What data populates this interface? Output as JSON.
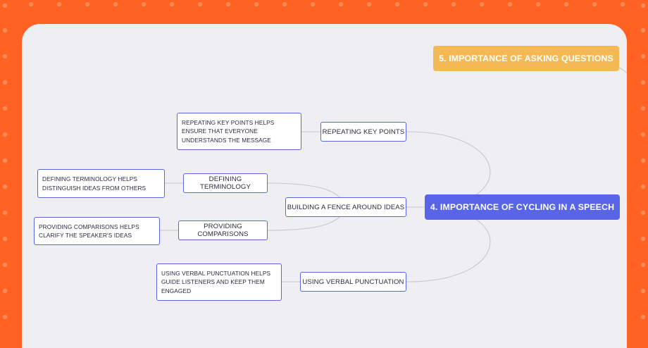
{
  "colors": {
    "frame": "#ff6223",
    "canvas": "#efeef2",
    "main_topic": "#5865e6",
    "next_topic": "#f3b955",
    "node_border": "#5967e6",
    "connector": "#c7c6cf"
  },
  "topics": {
    "next_topic": "5. IMPORTANCE OF ASKING QUESTIONS",
    "main_topic": "4. IMPORTANCE OF CYCLING IN A SPEECH"
  },
  "branches": {
    "repeating": {
      "label": "REPEATING KEY POINTS",
      "detail": "REPEATING KEY POINTS HELPS ENSURE THAT EVERYONE UNDERSTANDS THE MESSAGE"
    },
    "fence": {
      "label": "BUILDING A FENCE AROUND IDEAS",
      "children": {
        "terminology": {
          "label": "DEFINING TERMINOLOGY",
          "detail": "DEFINING TERMINOLOGY HELPS DISTINGUISH IDEAS FROM OTHERS"
        },
        "comparisons": {
          "label": "PROVIDING COMPARISONS",
          "detail": "PROVIDING COMPARISONS HELPS CLARIFY THE SPEAKER'S IDEAS"
        }
      }
    },
    "punctuation": {
      "label": "USING VERBAL PUNCTUATION",
      "detail": "USING VERBAL PUNCTUATION HELPS GUIDE LISTENERS AND KEEP THEM ENGAGED"
    }
  }
}
